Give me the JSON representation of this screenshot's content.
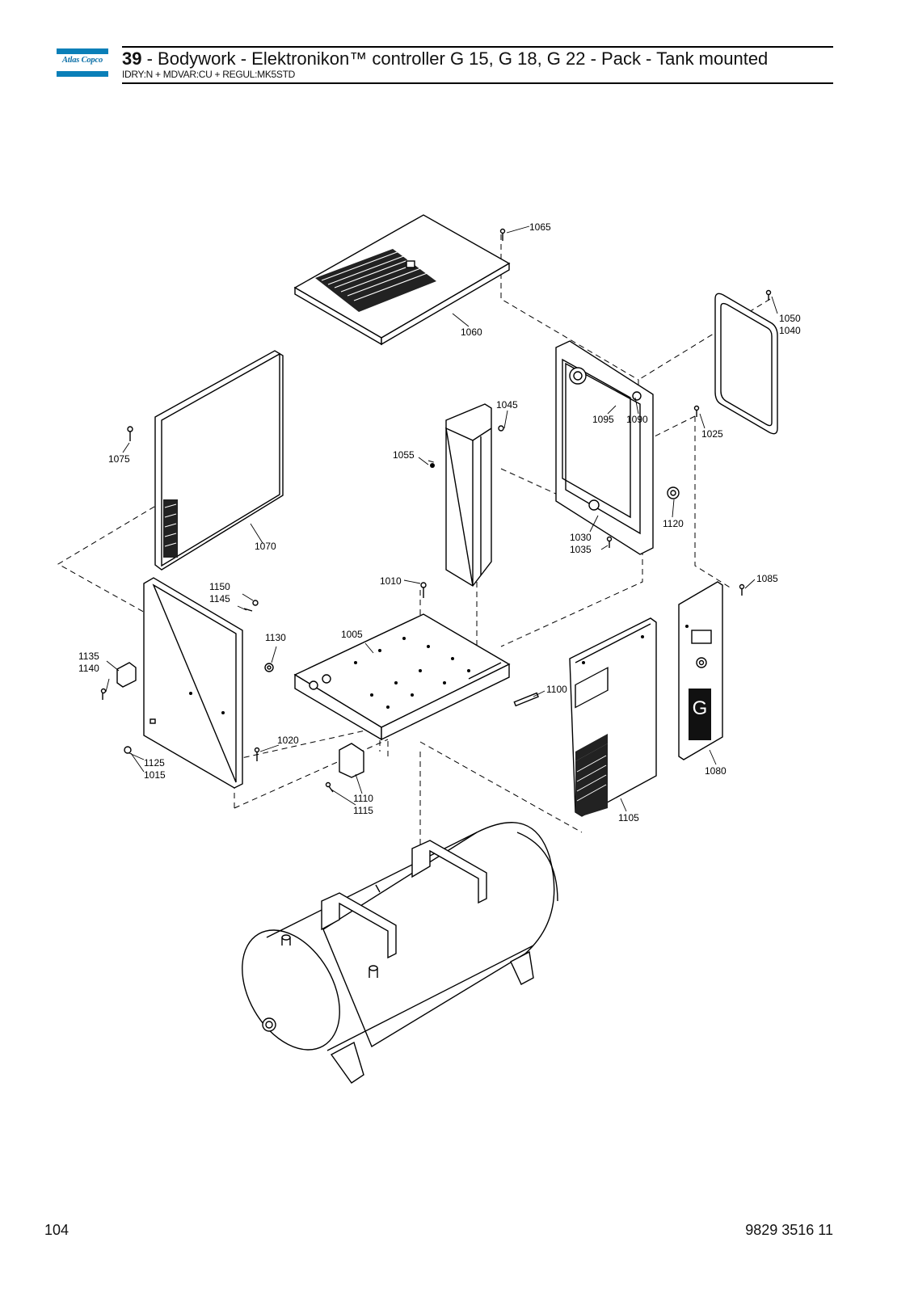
{
  "header": {
    "brand": "Atlas Copco",
    "title_number": "39",
    "title_text": " - Bodywork - Elektronikon™ controller G 15, G 18, G 22 - Pack - Tank mounted",
    "subtitle": "IDRY:N + MDVAR:CU + REGUL:MK5STD"
  },
  "footer": {
    "page_number": "104",
    "document_number": "9829 3516 11"
  },
  "callouts": {
    "c1065": "1065",
    "c1050": "1050",
    "c1040": "1040",
    "c1060": "1060",
    "c1045": "1045",
    "c1095": "1095",
    "c1090": "1090",
    "c1025": "1025",
    "c1075": "1075",
    "c1055": "1055",
    "c1070": "1070",
    "c1120": "1120",
    "c1030": "1030",
    "c1035": "1035",
    "c1085": "1085",
    "c1010": "1010",
    "c1150": "1150",
    "c1145": "1145",
    "c1130": "1130",
    "c1005": "1005",
    "c1135": "1135",
    "c1140": "1140",
    "c1100": "1100",
    "c1020": "1020",
    "c1080": "1080",
    "c1125": "1125",
    "c1015": "1015",
    "c1110": "1110",
    "c1115": "1115",
    "c1105": "1105"
  },
  "panel_letter": "G"
}
